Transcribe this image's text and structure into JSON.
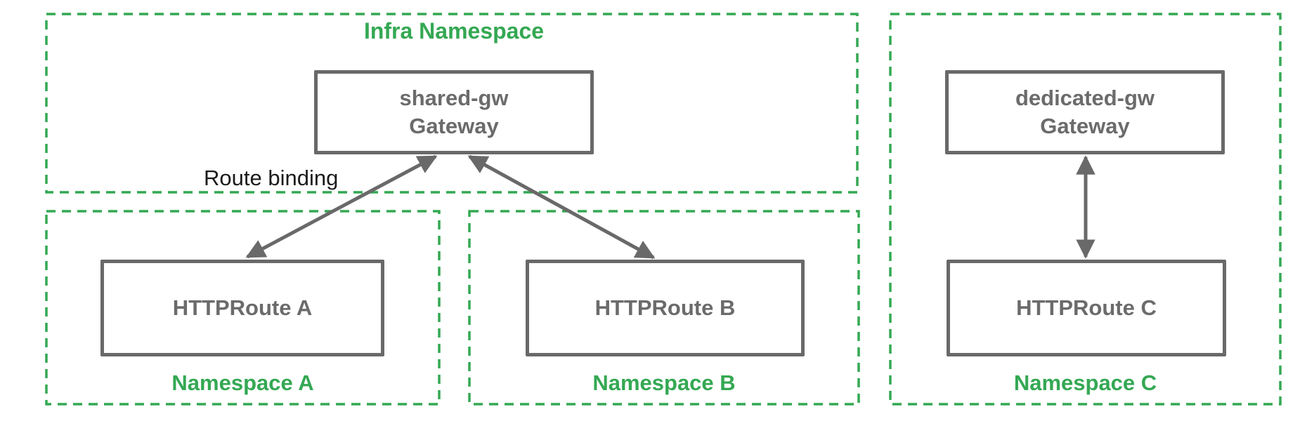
{
  "diagram": {
    "infra_namespace": {
      "title": "Infra Namespace",
      "gateway": {
        "name": "shared-gw",
        "kind": "Gateway"
      }
    },
    "namespace_a": {
      "label": "Namespace A",
      "route": "HTTPRoute A"
    },
    "namespace_b": {
      "label": "Namespace B",
      "route": "HTTPRoute B"
    },
    "namespace_c": {
      "label": "Namespace C",
      "gateway": {
        "name": "dedicated-gw",
        "kind": "Gateway"
      },
      "route": "HTTPRoute C"
    },
    "annotations": {
      "route_binding": "Route binding"
    },
    "edges": [
      {
        "from": "HTTPRoute A",
        "to": "shared-gw Gateway",
        "style": "double-headed-arrow",
        "label": "Route binding"
      },
      {
        "from": "HTTPRoute B",
        "to": "shared-gw Gateway",
        "style": "double-headed-arrow"
      },
      {
        "from": "HTTPRoute C",
        "to": "dedicated-gw Gateway",
        "style": "double-headed-arrow"
      }
    ],
    "colors": {
      "namespace_green": "#34A853",
      "node_border_gray": "#696969",
      "node_text_gray": "#6b6b6b",
      "annotation_black": "#1b1b1b",
      "background": "#ffffff"
    }
  }
}
